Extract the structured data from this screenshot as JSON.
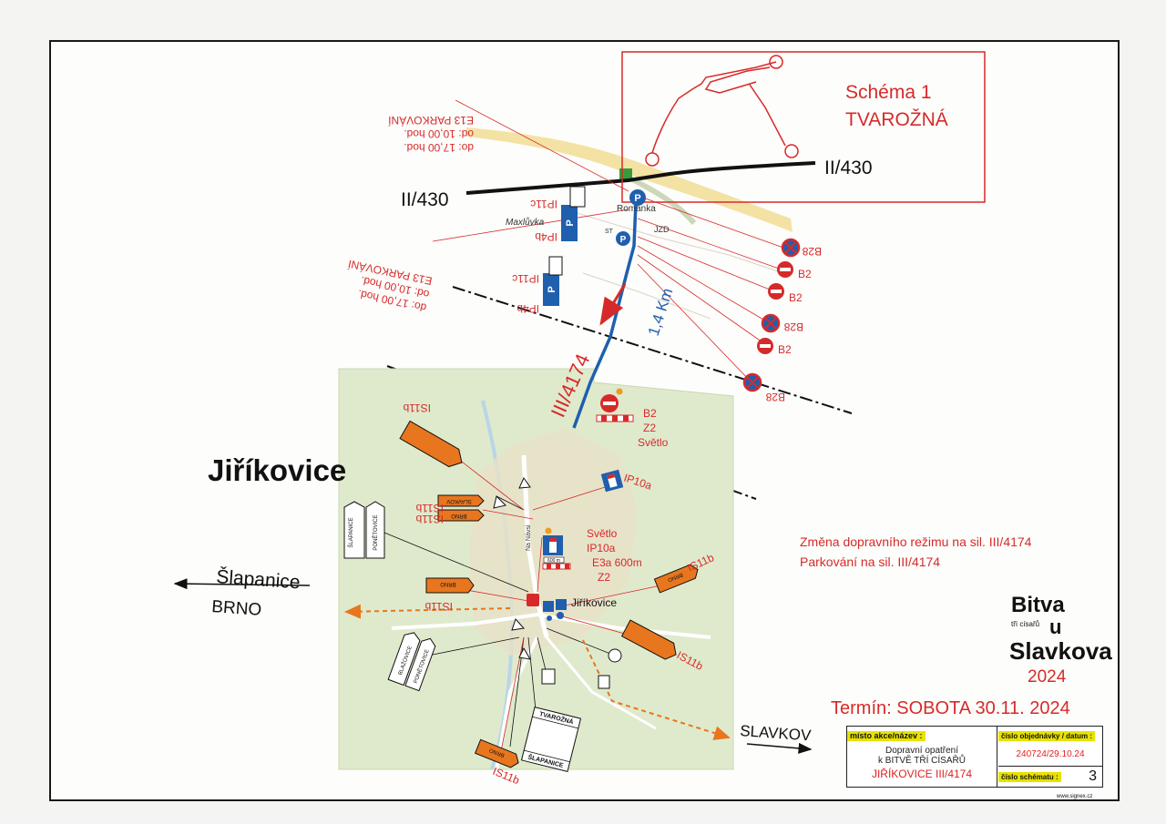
{
  "scheme": {
    "title": "Schéma 1",
    "subtitle": "TVAROŽNÁ"
  },
  "roads": {
    "main_left": "II/430",
    "main_right": "II/430",
    "route": "III/4174",
    "distance": "1,4 Km"
  },
  "places": {
    "village": "Jiříkovice",
    "village_small": "Jiříkovice",
    "left_dir_1": "Šlapanice",
    "left_dir_2": "BRNO",
    "right_dir": "SLAVKOV",
    "romanka": "Romanka",
    "maxluvka": "Maxlůvka",
    "jzd": "JZD",
    "street": "Na Návsi",
    "st": "ST"
  },
  "parking_notes": {
    "top": [
      "E13 PARKOVÁNÍ",
      "od: 10,00 hod.",
      "do: 17,00 hod."
    ],
    "mid": [
      "E13 PARKOVÁNÍ",
      "od: 10,00 hod.",
      "do: 17,00 hod."
    ]
  },
  "sign_labels": {
    "b28": "B28",
    "b2": "B2",
    "ip11c": "IP11c",
    "ip4b": "IP4b",
    "ip10a": "IP10a",
    "is11b": "IS11b",
    "barrier_lines": [
      "B2",
      "Z2",
      "Světlo"
    ],
    "center_lines": [
      "Světlo",
      "IP10a",
      "E3a 600m",
      "Z2"
    ],
    "brno": "BRNO",
    "slavkov_sign": "SLAVKOV",
    "tvarozna": "TVAROŽNÁ",
    "slapanice": "ŠLAPANICE",
    "ponetovice": "PONĚTOVICE",
    "blazovice": "BLAŽOVICE",
    "distance_600": "600 m",
    "parking_letter": "P"
  },
  "notice": {
    "line1": "Změna dopravního režimu na sil. III/4174",
    "line2": "Parkování na sil. III/4174"
  },
  "logo": {
    "line1": "Bitva",
    "small": "tří císařů",
    "u": "u",
    "line2": "Slavkova",
    "year": "2024"
  },
  "term": "Termín: SOBOTA  30.11. 2024",
  "title_block": {
    "event_header": "místo  akce/název :",
    "event_lines": [
      "Dopravní opatření",
      "k BITVĚ TŘÍ CÍSAŘŮ"
    ],
    "location": "JIŘÍKOVICE  III/4174",
    "order_header": "číslo  objednávky / datum :",
    "order_value": "240724/29.10.24",
    "scheme_header": "číslo  schématu :",
    "scheme_number": "3",
    "website": "www.signex.cz"
  },
  "colors": {
    "red": "#d62a2a",
    "blue": "#1f5fae",
    "orange": "#e8761e",
    "map_green": "#dfeacc"
  }
}
